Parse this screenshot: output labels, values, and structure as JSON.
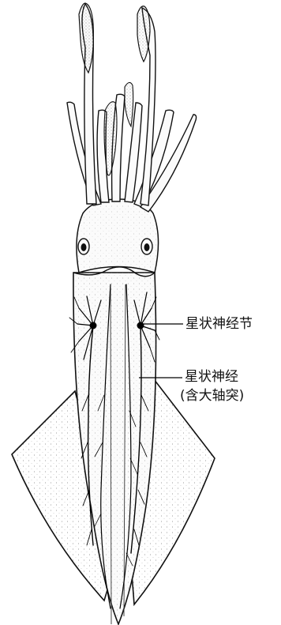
{
  "labels": {
    "stellate_ganglion": "星状神经节",
    "stellate_nerve": "星状神经",
    "stellate_nerve_note": "(含大轴突)"
  },
  "colors": {
    "ink": "#111111",
    "paper": "#ffffff",
    "stipple": "#555555"
  }
}
